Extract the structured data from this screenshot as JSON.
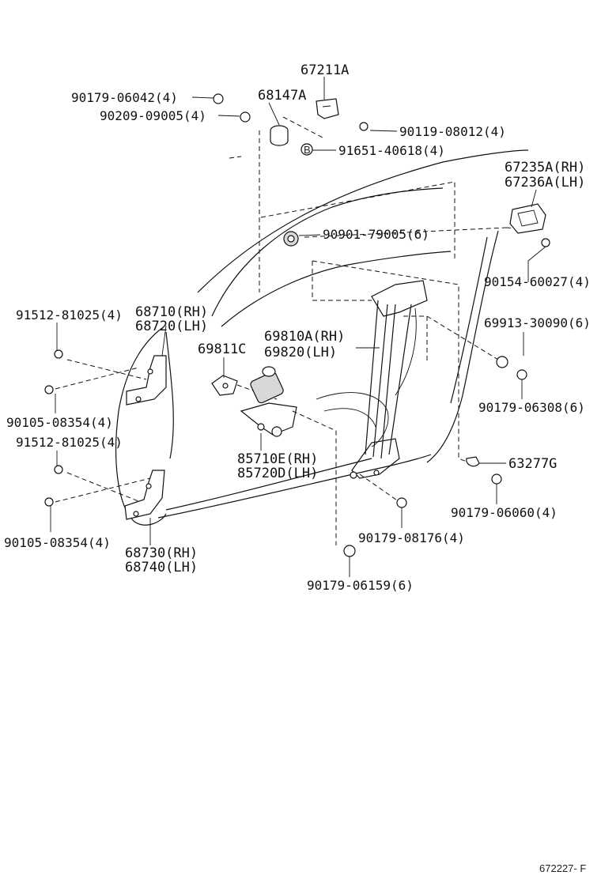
{
  "diagram_id": "672227- F",
  "parts": {
    "p67211A": "67211A",
    "p68147A": "68147A",
    "p90179_06042": "90179-06042(4)",
    "p90209_09005": "90209-09005(4)",
    "p90119_08012": "90119-08012(4)",
    "p91651_40618": "91651-40618(4)",
    "p67235A": "67235A(RH)",
    "p67236A": "67236A(LH)",
    "p90901_79005": "90901-79005(6)",
    "p90154_60027": "90154-60027(4)",
    "p91512_81025_a": "91512-81025(4)",
    "p68710": "68710(RH)",
    "p68720": "68720(LH)",
    "p69810A": "69810A(RH)",
    "p69820": "69820(LH)",
    "p69811C": "69811C",
    "p69913_30090": "69913-30090(6)",
    "p90105_08354_a": "90105-08354(4)",
    "p90179_06308": "90179-06308(6)",
    "p91512_81025_b": "91512-81025(4)",
    "p85710E": "85710E(RH)",
    "p85720D": "85720D(LH)",
    "p63277G": "63277G",
    "p90105_08354_b": "90105-08354(4)",
    "p90179_06060": "90179-06060(4)",
    "p90179_08176": "90179-08176(4)",
    "p68730": "68730(RH)",
    "p68740": "68740(LH)",
    "p90179_06159": "90179-06159(6)"
  },
  "bolt_glyph": "B"
}
